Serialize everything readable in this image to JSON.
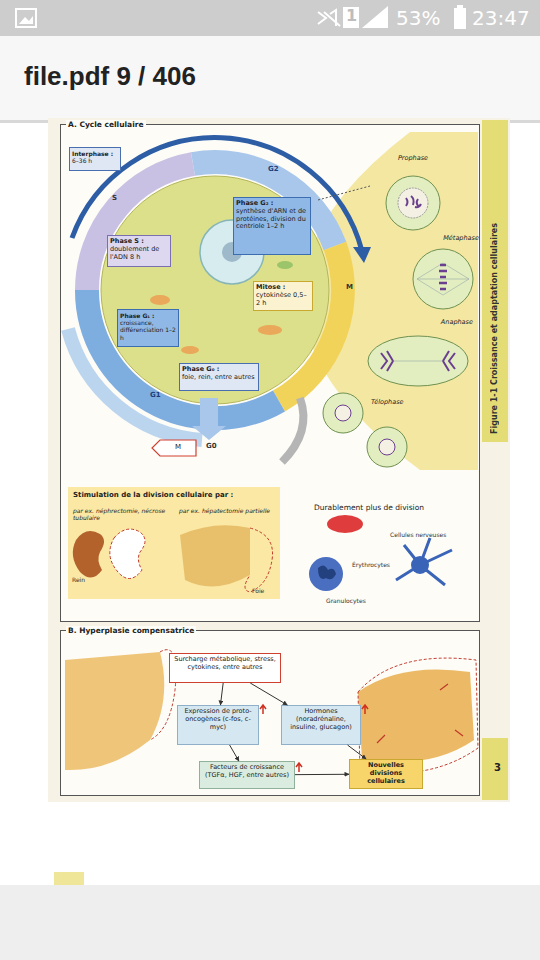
{
  "diagram": {
    "caption": "Figure 1-1 Croissance et adaptation cellulaires",
    "nodes": [
      {
        "text": [
          "A. Cycle cellulaire"
        ]
      },
      {
        "text": [
          "Interphase :",
          "6–36 h"
        ],
        "in": 0
      },
      {
        "text": [
          "Phase G₂ :",
          "synthèse d'ARN et de protéines, division du centriole 1–2 h"
        ],
        "in": 0
      },
      {
        "text": [
          "Phase S :",
          "doublement de l'ADN 8 h"
        ],
        "in": 0
      },
      {
        "text": [
          "Mitose :",
          "cytokinèse 0,5–2 h"
        ],
        "in": 0
      },
      {
        "text": [
          "Prophase"
        ],
        "in": 0
      },
      {
        "text": [
          "Métaphase"
        ],
        "in": 0
      },
      {
        "text": [
          "Phase G₁ :",
          "croissance, différenciation 1–2 h"
        ],
        "in": 0
      },
      {
        "text": [
          "Anaphase"
        ],
        "in": 0
      },
      {
        "text": [
          "Phase G₀ :",
          "foie, rein, entre autres"
        ],
        "in": 0
      },
      {
        "text": [
          "Télophase"
        ],
        "in": 0
      },
      {
        "text": [
          "M"
        ],
        "in": 0
      },
      {
        "text": [
          "Stimulation de la division cellulaire par :",
          "par ex. néphrectomie, nécrose tubulaire",
          "par ex. hépatectomie partielle"
        ],
        "in": 0
      },
      {
        "text": [
          "B. Hyperplasie compensatrice"
        ]
      },
      {
        "text": [
          "Surcharge métabolique, stress, cytokines, entre autres"
        ],
        "in": 13
      },
      {
        "text": [
          "Expression de proto-oncogènes (c-fos, c-myc)"
        ],
        "in": 13
      },
      {
        "text": [
          "Hormones (noradrénaline, insuline, glucagon)"
        ],
        "in": 13
      },
      {
        "text": [
          "Facteurs de croissance (TGFα, HGF, entre autres)"
        ],
        "in": 13
      },
      {
        "text": [
          "Nouvelles divisions cellulaires"
        ],
        "in": 13
      }
    ],
    "edges": [
      {
        "from": 14,
        "to": 15,
        "arrow": "to"
      },
      {
        "from": 14,
        "to": 16,
        "arrow": "to"
      },
      {
        "from": 15,
        "to": 17,
        "arrow": "to"
      },
      {
        "from": 17,
        "to": 18,
        "arrow": "to"
      },
      {
        "from": 16,
        "to": 18,
        "arrow": "to"
      }
    ],
    "labels": [
      "1",
      "53%",
      "23:47",
      "file.pdf 9 / 406",
      "G2",
      "S",
      "M",
      "G1",
      "G0",
      "Rein",
      "Foie",
      "Durablement plus de division",
      "Cellules nerveuses",
      "Érythrocytes",
      "Granulocytes",
      "3"
    ]
  }
}
